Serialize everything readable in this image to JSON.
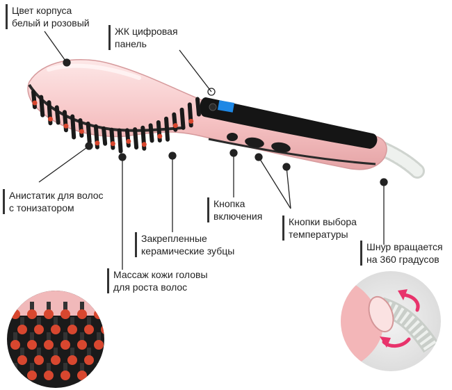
{
  "labels": {
    "body_color": [
      "Цвет корпуса",
      "белый и розовый"
    ],
    "lcd_panel": [
      "ЖК цифровая",
      "панель"
    ],
    "antistatic": [
      "Анистатик для волос",
      "с тонизатором"
    ],
    "power_button": [
      "Кнопка",
      "включения"
    ],
    "temp_buttons": [
      "Кнопки выбора",
      "температуры"
    ],
    "cord": [
      "Шнур вращается",
      "на 360 градусов"
    ],
    "ceramic_teeth": [
      "Закрепленные",
      "керамические зубцы"
    ],
    "scalp_massage": [
      "Массаж кожи головы",
      "для роста волос"
    ]
  },
  "colors": {
    "body_pink": "#f6c3c4",
    "body_highlight": "#fde3e3",
    "bristle_black": "#1a1a1a",
    "tip_red": "#d8472f",
    "screen_blue": "#1e88e5",
    "cord_white": "#e9ede9",
    "arrow_magenta": "#e8336b"
  },
  "icons": [
    "brush-illustration",
    "bristle-closeup",
    "cord-rotation-closeup",
    "rotation-arrow-icon"
  ]
}
